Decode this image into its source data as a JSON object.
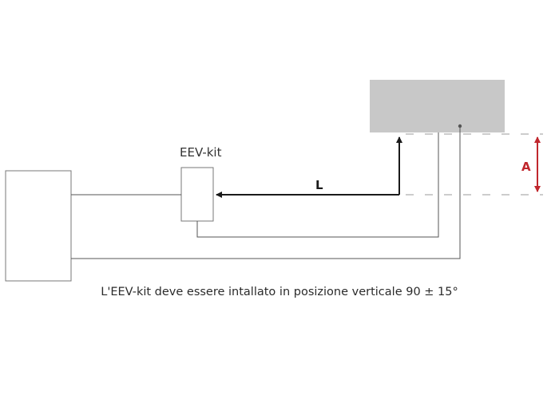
{
  "labels": {
    "kit": "EEV-kit",
    "length": "L",
    "height": "A"
  },
  "caption": "L'EEV-kit deve essere intallato in posizione verticale 90 ± 15°",
  "colors": {
    "line": "#555555",
    "outline": "#777777",
    "arrow": "#1a1a1a",
    "accent": "#c0272d",
    "indoor_unit_fill": "#c8c8c8",
    "dashed": "#999999"
  }
}
